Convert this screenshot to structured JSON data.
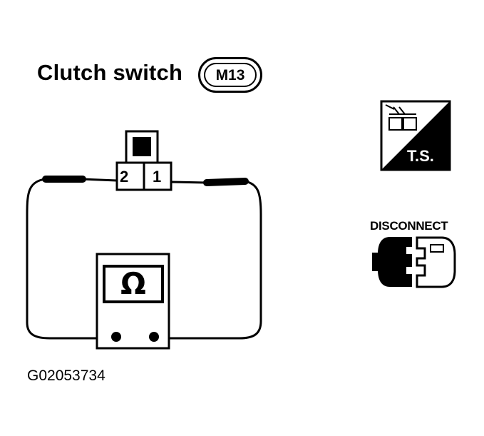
{
  "diagram": {
    "title": "Clutch switch",
    "connector_id": "M13",
    "pins": [
      "2",
      "1"
    ],
    "meter_symbol": "Ω",
    "figure_code": "G02053734",
    "ts_icon_text": "T.S.",
    "disconnect_text": "DISCONNECT"
  },
  "icons": {
    "ts": "test-system-icon",
    "disconnect": "disconnect-connector-icon",
    "meter": "ohmmeter-icon"
  }
}
